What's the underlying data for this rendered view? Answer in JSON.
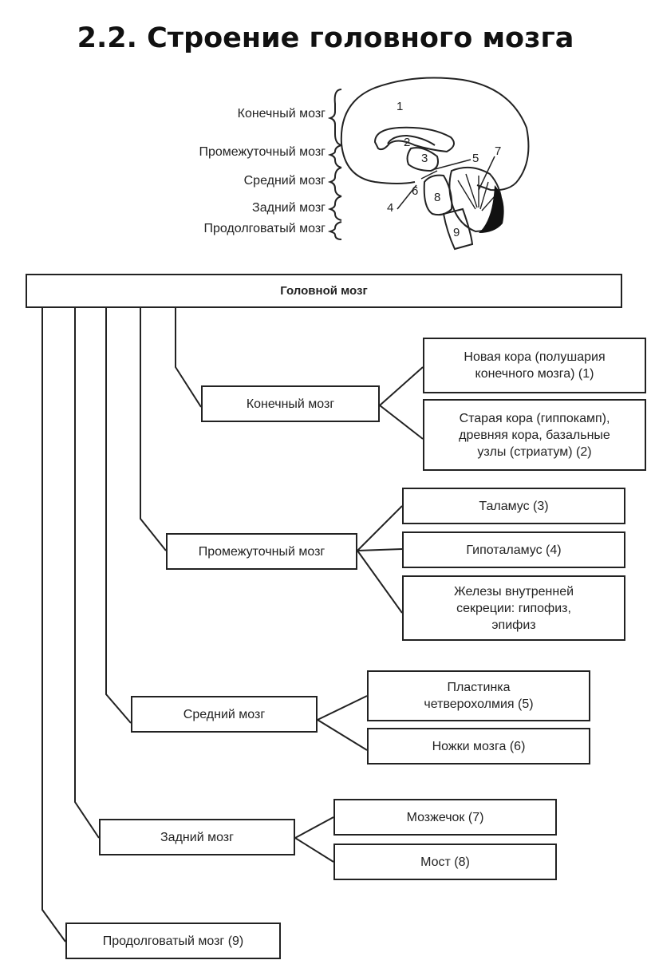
{
  "title": "2.2. Строение головного мозга",
  "illustration": {
    "level_labels": [
      "Конечный мозг",
      "Промежуточный мозг",
      "Средний мозг",
      "Задний мозг",
      "Продолговатый мозг"
    ],
    "region_numbers": [
      "1",
      "2",
      "3",
      "4",
      "5",
      "6",
      "7",
      "8",
      "9"
    ]
  },
  "tree": {
    "root": "Головной мозг",
    "branches": [
      {
        "label": "Конечный мозг",
        "children": [
          "Новая кора (полушария\nконечного мозга) (1)",
          "Старая кора (гиппокамп),\nдревняя кора, базальные\nузлы (стриатум) (2)"
        ]
      },
      {
        "label": "Промежуточный мозг",
        "children": [
          "Таламус (3)",
          "Гипоталамус (4)",
          "Железы внутренней\nсекреции: гипофиз,\nэпифиз"
        ]
      },
      {
        "label": "Средний мозг",
        "children": [
          "Пластинка\nчетверохолмия (5)",
          "Ножки мозга (6)"
        ]
      },
      {
        "label": "Задний мозг",
        "children": [
          "Мозжечок (7)",
          "Мост (8)"
        ]
      },
      {
        "label": "Продолговатый мозг (9)",
        "children": []
      }
    ]
  }
}
